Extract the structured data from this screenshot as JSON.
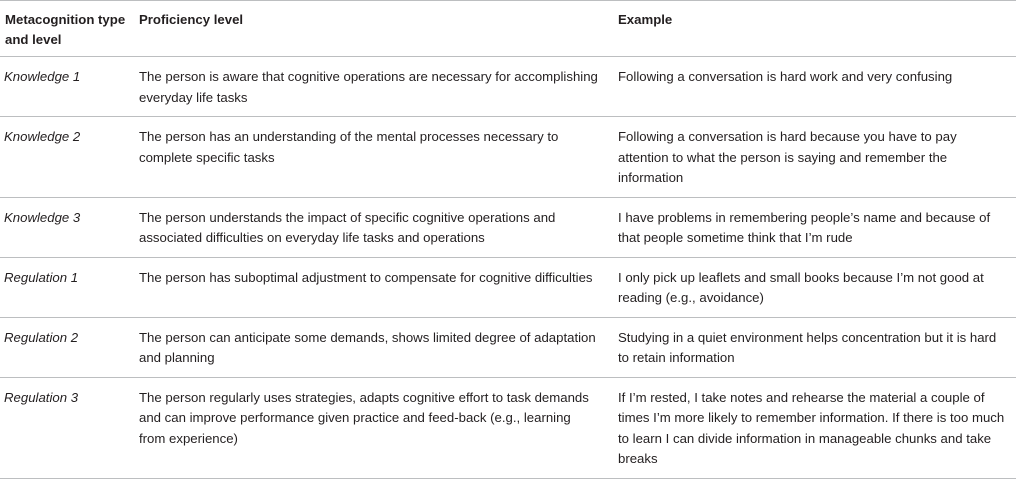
{
  "table": {
    "headers": [
      "Metacognition type and level",
      "Proficiency level",
      "Example"
    ],
    "rows": [
      {
        "type": "Knowledge 1",
        "proficiency": "The person is aware that cognitive operations are necessary for accomplishing everyday life tasks",
        "example": "Following a conversation is hard work and very confusing"
      },
      {
        "type": "Knowledge 2",
        "proficiency": "The person has an understanding of the mental processes necessary to complete specific tasks",
        "example": "Following a conversation is hard because you have to pay attention to what the person is saying and remember the information"
      },
      {
        "type": "Knowledge 3",
        "proficiency": "The person understands the impact of specific cognitive operations and associated difficulties on everyday life tasks and operations",
        "example": "I have problems in remembering people’s name and because of that people sometime think that I’m rude"
      },
      {
        "type": "Regulation 1",
        "proficiency": "The person has suboptimal adjustment to compensate for cognitive difficulties",
        "example": "I only pick up leaflets and small books because I’m not good at reading (e.g., avoidance)"
      },
      {
        "type": "Regulation 2",
        "proficiency": "The person can anticipate some demands, shows limited degree of adaptation and planning",
        "example": "Studying in a quiet environment helps concentration but it is hard to retain information"
      },
      {
        "type": "Regulation 3",
        "proficiency": "The person regularly uses strategies, adapts cognitive effort to task demands and can improve performance given practice and feed-back (e.g., learning from experience)",
        "example": "If I’m rested, I take notes and rehearse the material a couple of times I’m more likely to remember information. If there is too much to learn I can divide information in manageable chunks and take breaks"
      }
    ]
  }
}
